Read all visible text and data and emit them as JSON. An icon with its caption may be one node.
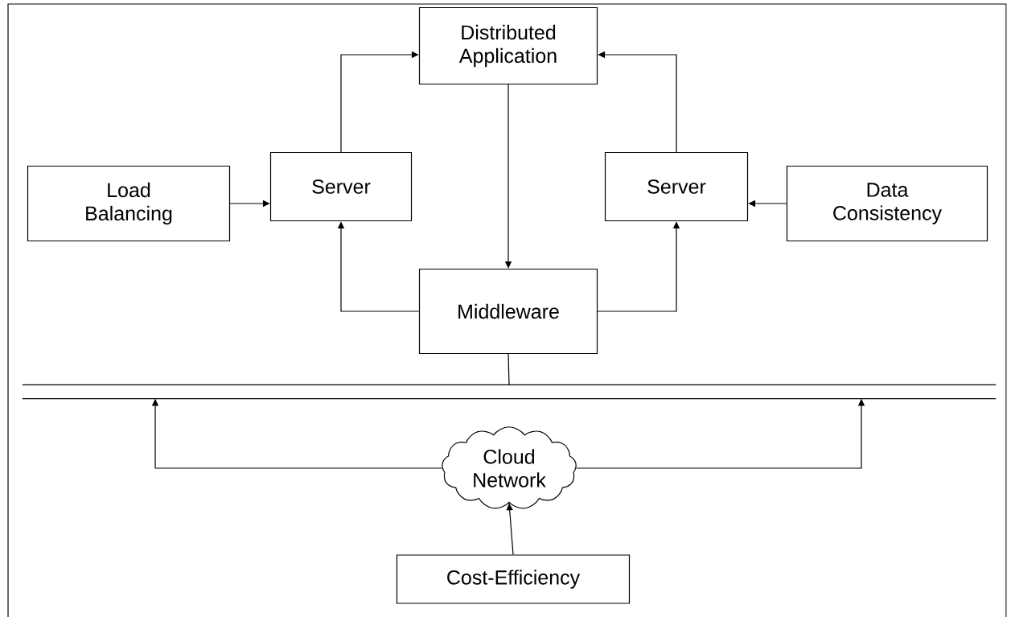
{
  "diagram": {
    "nodes": [
      {
        "text": [
          "Distributed Application"
        ]
      },
      {
        "text": [
          "Load Balancing"
        ]
      },
      {
        "text": [
          "Server"
        ]
      },
      {
        "text": [
          "Server"
        ]
      },
      {
        "text": [
          "Data Consistency"
        ]
      },
      {
        "text": [
          "Middleware"
        ]
      },
      {
        "text": [],
        "shape": "bar"
      },
      {
        "text": [
          "Cloud Network"
        ]
      },
      {
        "text": [
          "Cost-Efficiency"
        ]
      }
    ],
    "edges": [
      {
        "from": 2,
        "to": 0,
        "arrow": "to"
      },
      {
        "from": 3,
        "to": 0,
        "arrow": "to"
      },
      {
        "from": 0,
        "to": 5,
        "arrow": "to"
      },
      {
        "from": 1,
        "to": 2,
        "arrow": "to"
      },
      {
        "from": 4,
        "to": 3,
        "arrow": "to"
      },
      {
        "from": 5,
        "to": 2,
        "arrow": "to"
      },
      {
        "from": 5,
        "to": 3,
        "arrow": "to"
      },
      {
        "from": 5,
        "to": 6,
        "arrow": "none"
      },
      {
        "from": 7,
        "to": 6,
        "arrow": "to"
      },
      {
        "from": 7,
        "to": 6,
        "arrow": "to"
      },
      {
        "from": 8,
        "to": 7,
        "arrow": "to"
      }
    ]
  }
}
